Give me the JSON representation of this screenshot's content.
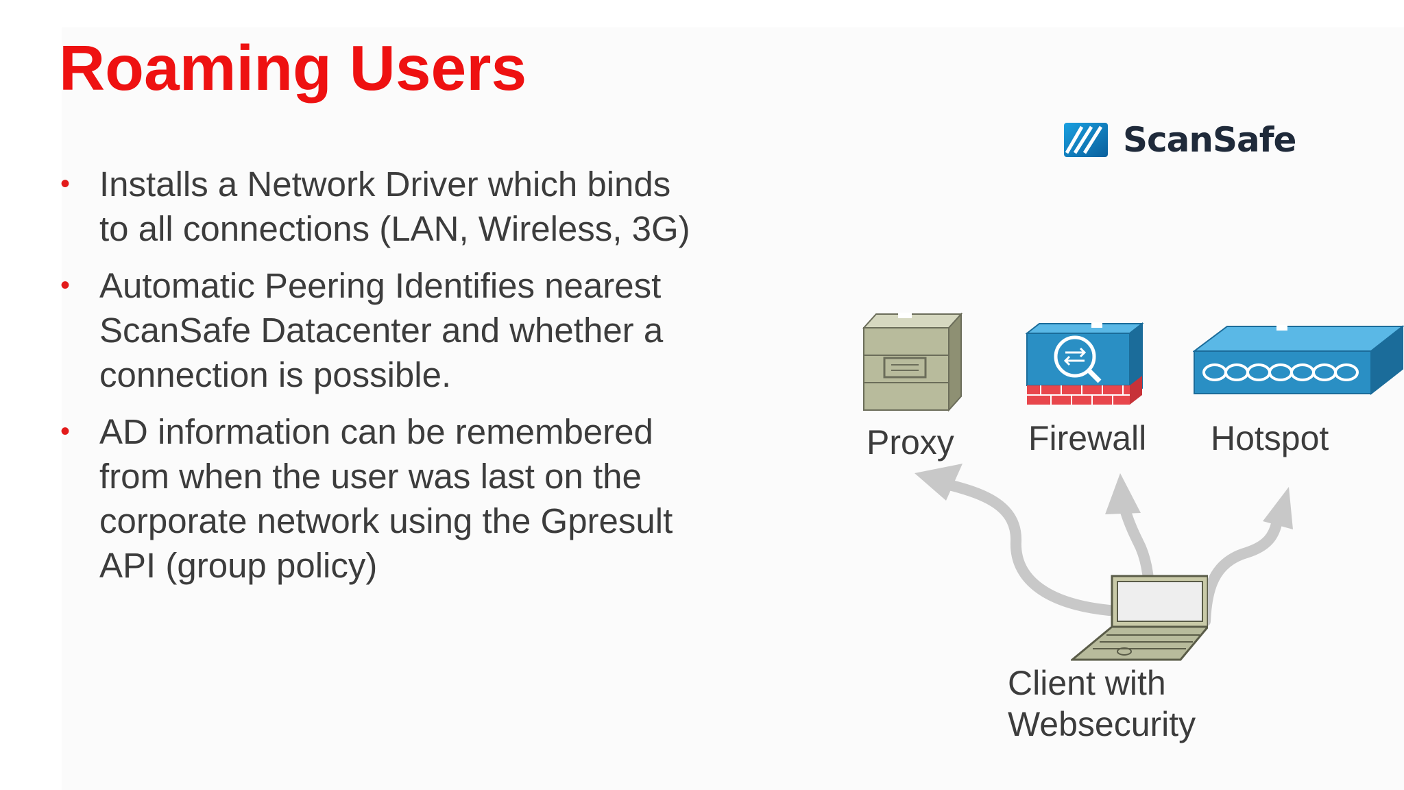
{
  "slide": {
    "title": "Roaming Users",
    "bullets": [
      {
        "text": "Installs a Network Driver which binds to all connections (LAN, Wireless, 3G)"
      },
      {
        "text": "Automatic Peering Identifies nearest ScanSafe Datacenter  and whether a connection is possible."
      },
      {
        "text": "AD information can be remembered from when the user was last on the corporate network using the Gpresult API (group policy)"
      }
    ],
    "bullet_symbol": "•"
  },
  "logo": {
    "name": "ScanSafe",
    "icon": "scansafe-logo-mark"
  },
  "diagram": {
    "devices": [
      {
        "label": "Proxy",
        "icon": "proxy-server-icon"
      },
      {
        "label": "Firewall",
        "icon": "firewall-icon"
      },
      {
        "label": "Hotspot",
        "icon": "hotspot-icon"
      }
    ],
    "client": {
      "line1": "Client with",
      "line2": "Websecurity",
      "icon": "laptop-icon"
    }
  },
  "colors": {
    "title": "#ee1111",
    "bullet": "#e31b1b",
    "text": "#3c3c3c",
    "arrow": "#c8c8c8",
    "device_blue": "#2a8fc4",
    "proxy_body": "#b8bb9c"
  }
}
